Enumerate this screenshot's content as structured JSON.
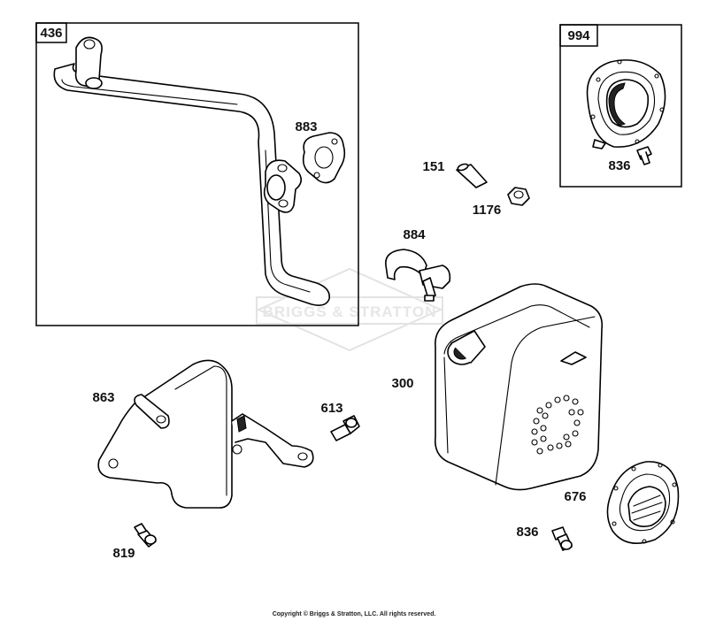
{
  "diagram": {
    "watermark_logo": "BRIGGS & STRATTON",
    "boxes": {
      "b436": "436",
      "b994": "994"
    },
    "callouts": {
      "c883": "883",
      "c151": "151",
      "c1176": "1176",
      "c884": "884",
      "c836a": "836",
      "c300": "300",
      "c863": "863",
      "c613": "613",
      "c676": "676",
      "c836b": "836",
      "c819": "819"
    }
  },
  "footer": {
    "copyright": "Copyright © Briggs & Stratton, LLC. All rights reserved."
  }
}
